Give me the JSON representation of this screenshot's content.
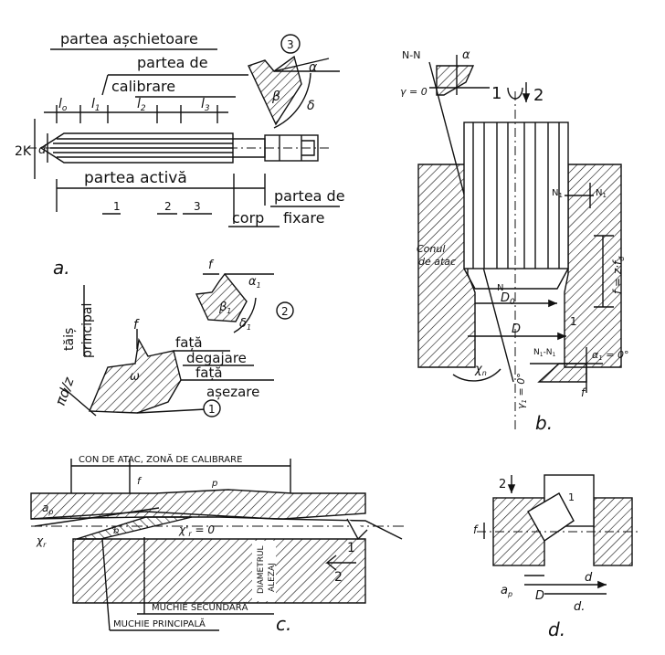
{
  "panel_a": {
    "partea_aschietoare": "partea așchietoare",
    "partea_de_calibrare_1": "partea de",
    "partea_de_calibrare_2": "calibrare",
    "partea_activa": "partea activă",
    "partea_de_fixare_1": "partea de",
    "partea_de_fixare_2": "fixare",
    "corp": "corp",
    "l0": "l",
    "l0_sub": "o",
    "l1": "l",
    "l1_sub": "1",
    "l2": "l",
    "l2_sub": "2",
    "l3": "l",
    "l3_sub": "3",
    "two_k": "2K",
    "d": "d",
    "sec1": "1",
    "sec2": "2",
    "sec3": "3",
    "circle3": "3",
    "alpha": "α",
    "beta": "β",
    "delta": "δ",
    "panel_label": "a."
  },
  "detail_2": {
    "f": "f",
    "alpha1": "α",
    "alpha1_sub": "1",
    "beta1": "β",
    "beta1_sub": "1",
    "delta1": "δ",
    "delta1_sub": "1",
    "circle": "2"
  },
  "detail_1": {
    "pi_d_z": "πd/z",
    "tais_principal_1": "tăiș",
    "tais_principal_2": "principal",
    "f": "f",
    "omega": "ω",
    "fata": "față",
    "degajare": "degajare",
    "fata_asezare_1": "față",
    "fata_asezare_2": "așezare",
    "circle": "1"
  },
  "panel_b": {
    "nn": "N-N",
    "alpha": "α",
    "gamma0": "γ = 0",
    "rot1": "1",
    "rot2": "2",
    "n1_left": "N",
    "n1_right": "N",
    "n1_sub": "1",
    "conul_1": "Conul",
    "conul_2": "de atac",
    "n": "N",
    "d0": "D",
    "d0_sub": "0",
    "d": "D",
    "f_eq": "f = z·f",
    "f_eq_sub": "d",
    "one": "1",
    "chi": "χ",
    "chi_sub": "n",
    "n1n1": "N",
    "n1n1_sub": "1",
    "n1n1_tail": "-N",
    "alpha1_eq": "α",
    "alpha1_eq_sub": "1",
    "alpha1_eq_tail": " = 0°",
    "gamma1": "γ",
    "gamma1_sub": "1",
    "gamma1_tail": " = 0°",
    "f": "f",
    "panel_label": "b."
  },
  "panel_c": {
    "header": "CON DE ATAC, ZONĂ DE CALIBRARE",
    "f": "f",
    "p": "p",
    "b": "b",
    "ap": "a",
    "ap_sub": "p",
    "chi_prime": "χ'",
    "chi_prime_sub": "r",
    "chi_prime_tail": " = 0",
    "chi_r": "χ",
    "chi_r_sub": "r",
    "diam_1": "DIAMETRUL",
    "diam_2": "ALEZAJ",
    "arrow1": "1",
    "arrow2": "2",
    "muchie_sec": "MUCHIE SECUNDARĂ",
    "muchie_pri": "MUCHIE PRINCIPALĂ",
    "panel_label": "c."
  },
  "panel_d": {
    "two": "2",
    "one": "1",
    "f": "f",
    "ap": "a",
    "ap_sub": "p",
    "D": "D",
    "d": "d",
    "d_bottom": "d.",
    "panel_label": "d."
  }
}
